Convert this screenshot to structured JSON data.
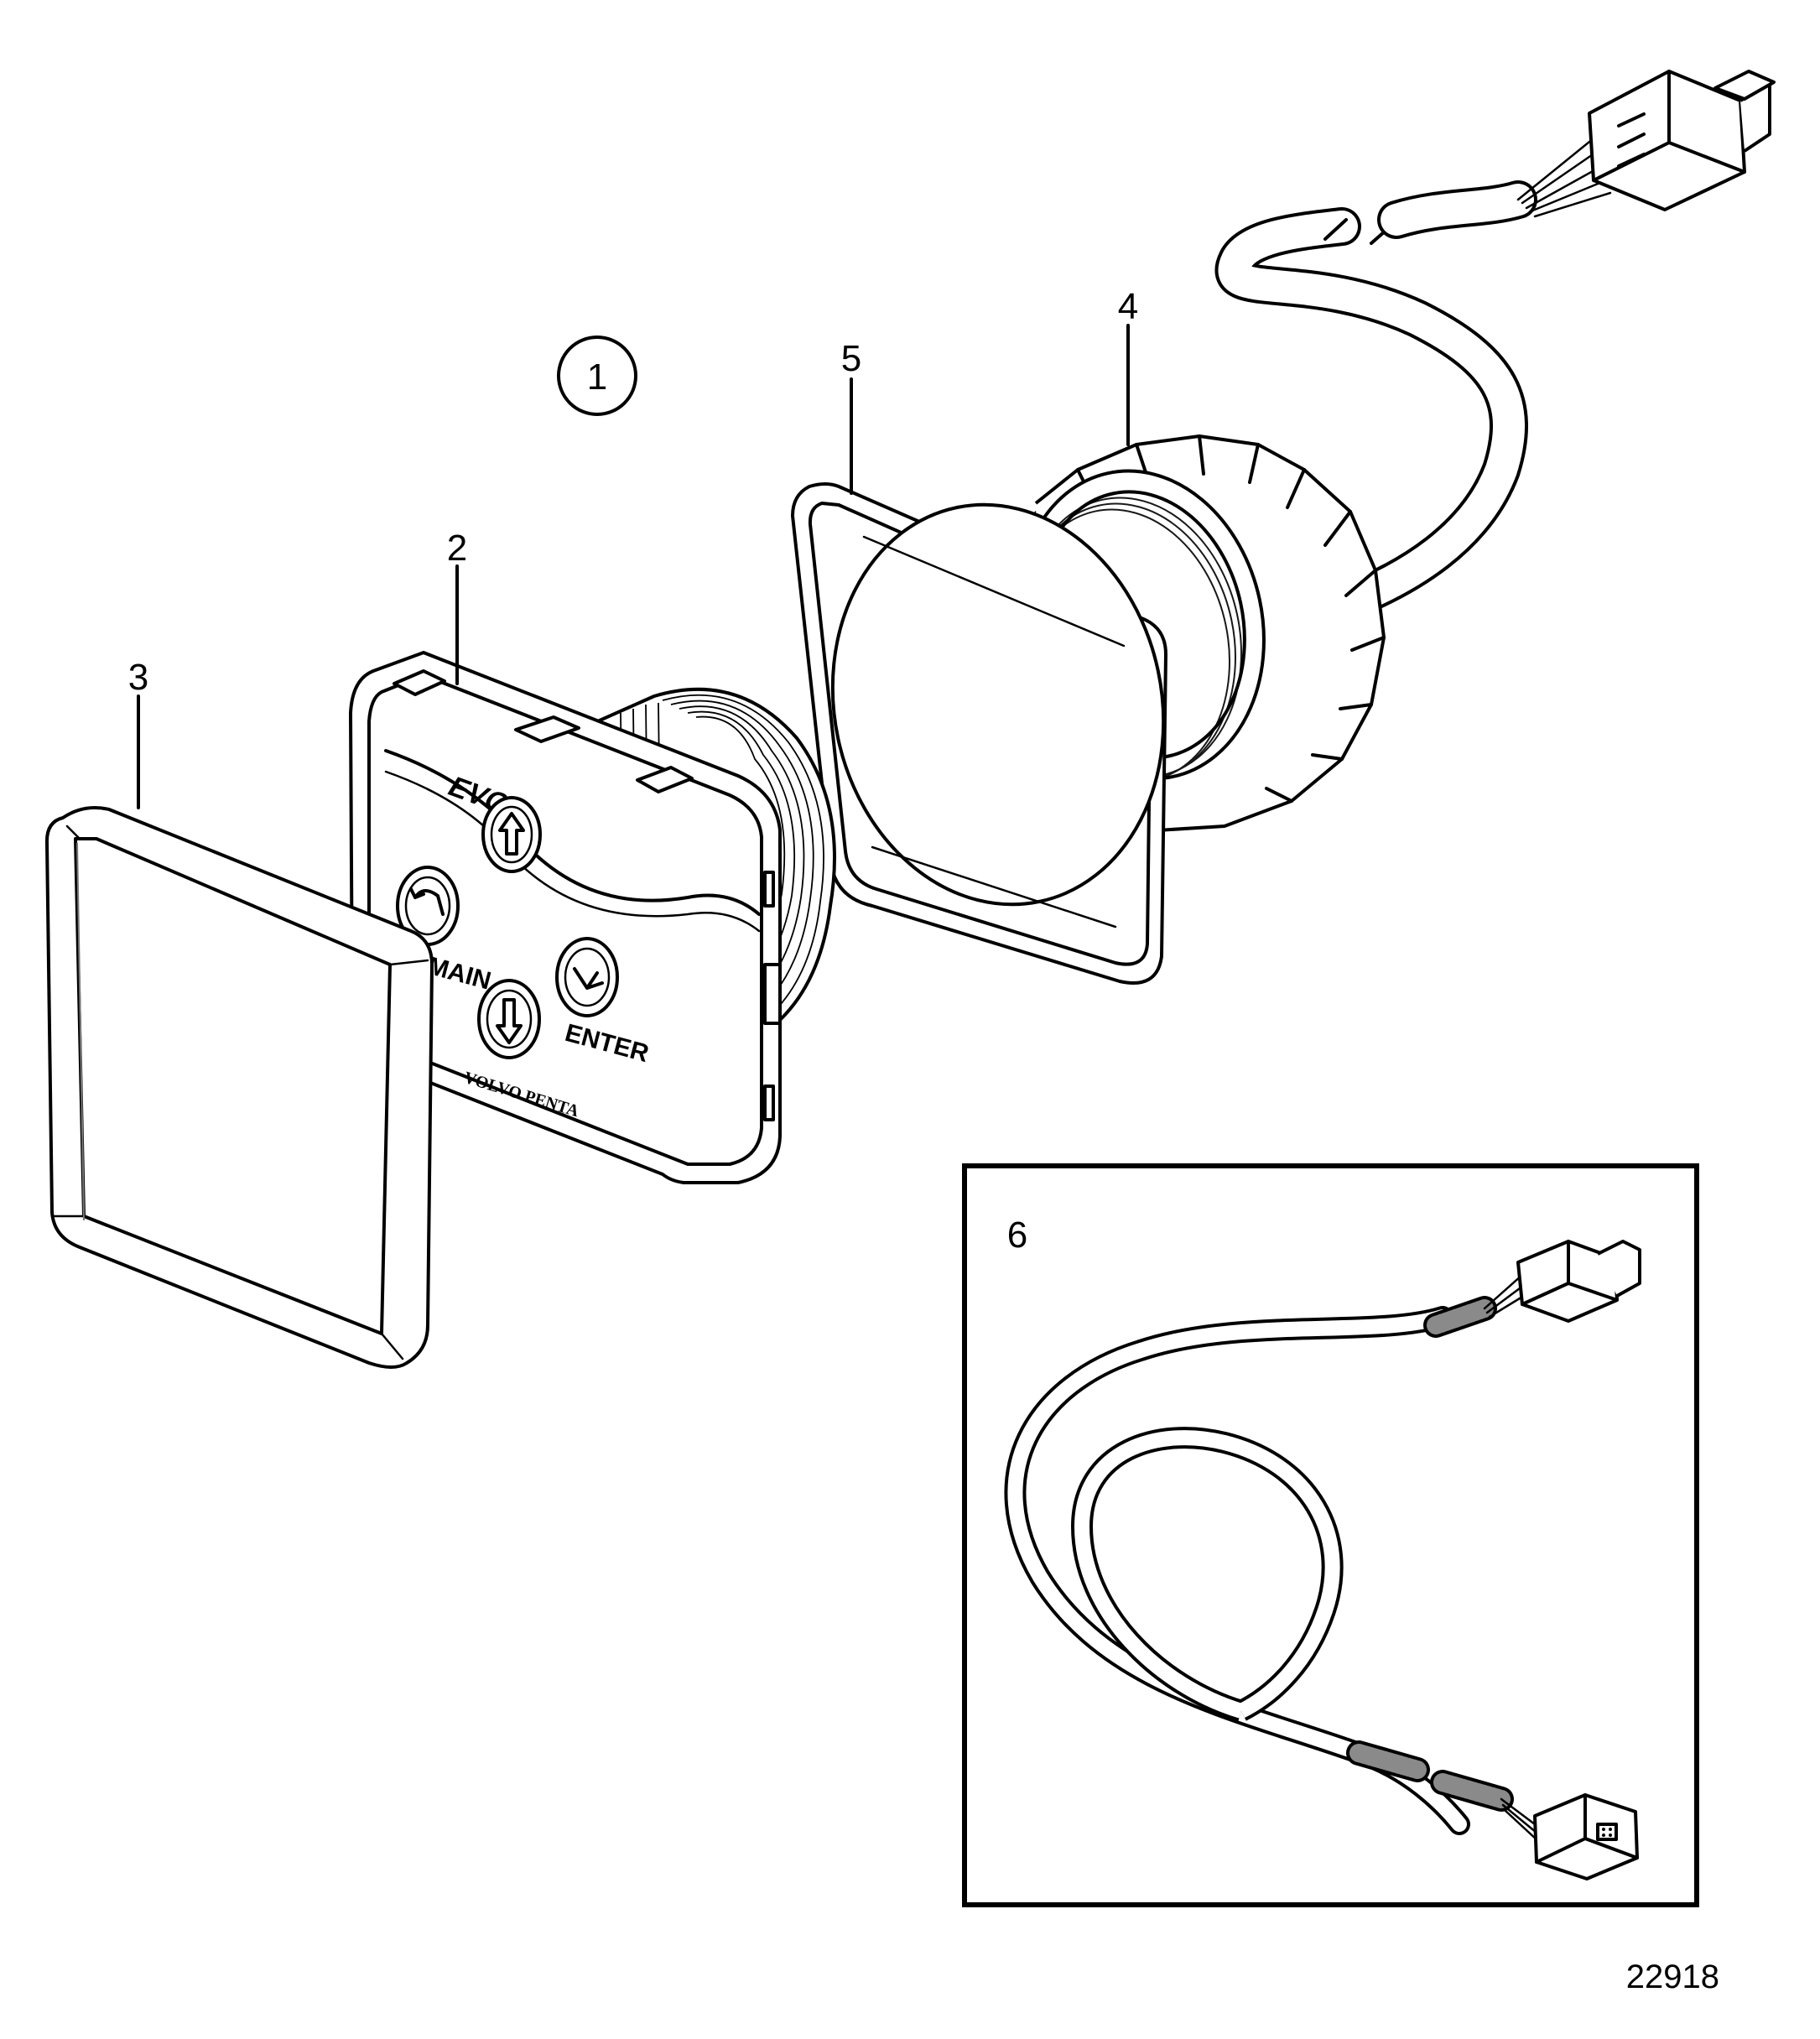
{
  "assembly_label": "1",
  "callouts": {
    "part_2": "2",
    "part_3": "3",
    "part_4": "4",
    "part_5": "5",
    "part_6": "6"
  },
  "keypad": {
    "logo": "EVC",
    "brand": "VOLVO PENTA",
    "button_left_label": "MAIN",
    "button_right_label": "ENTER",
    "buttons": [
      "arrow-up-icon",
      "arrow-down-icon",
      "return-icon",
      "enter-icon"
    ]
  },
  "drawing_number": "22918",
  "colors": {
    "line": "#000000",
    "background": "#ffffff",
    "shading": "#8a8a8a"
  }
}
